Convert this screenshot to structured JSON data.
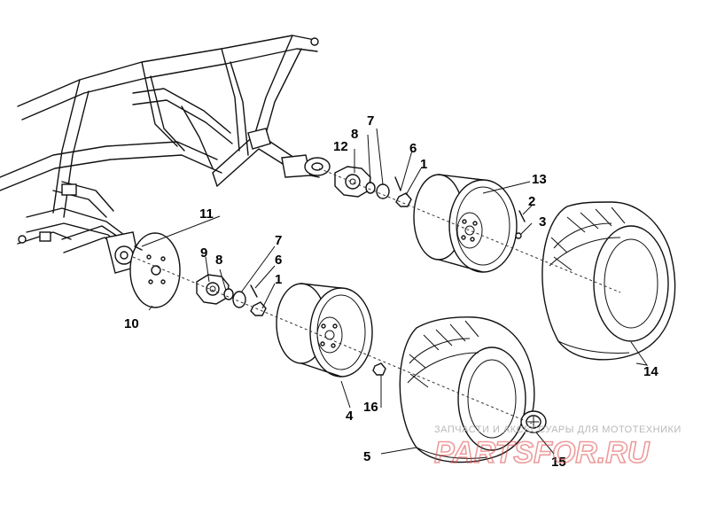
{
  "labels": {
    "l1a": "1",
    "l1b": "1",
    "l2": "2",
    "l3": "3",
    "l4": "4",
    "l5": "5",
    "l6a": "6",
    "l6b": "6",
    "l7a": "7",
    "l7b": "7",
    "l8a": "8",
    "l8b": "8",
    "l9": "9",
    "l10": "10",
    "l11": "11",
    "l12": "12",
    "l13": "13",
    "l14": "14",
    "l15": "15",
    "l16": "16"
  },
  "watermark": {
    "tagline": "ЗАПЧАСТИ И АКСЕССУАРЫ ДЛЯ МОТОТЕХНИКИ",
    "brand": "PARTSFOR.RU"
  },
  "colors": {
    "line": "#111111",
    "watermark_red": "#e04a4a",
    "watermark_gray": "#b9b9b9"
  }
}
